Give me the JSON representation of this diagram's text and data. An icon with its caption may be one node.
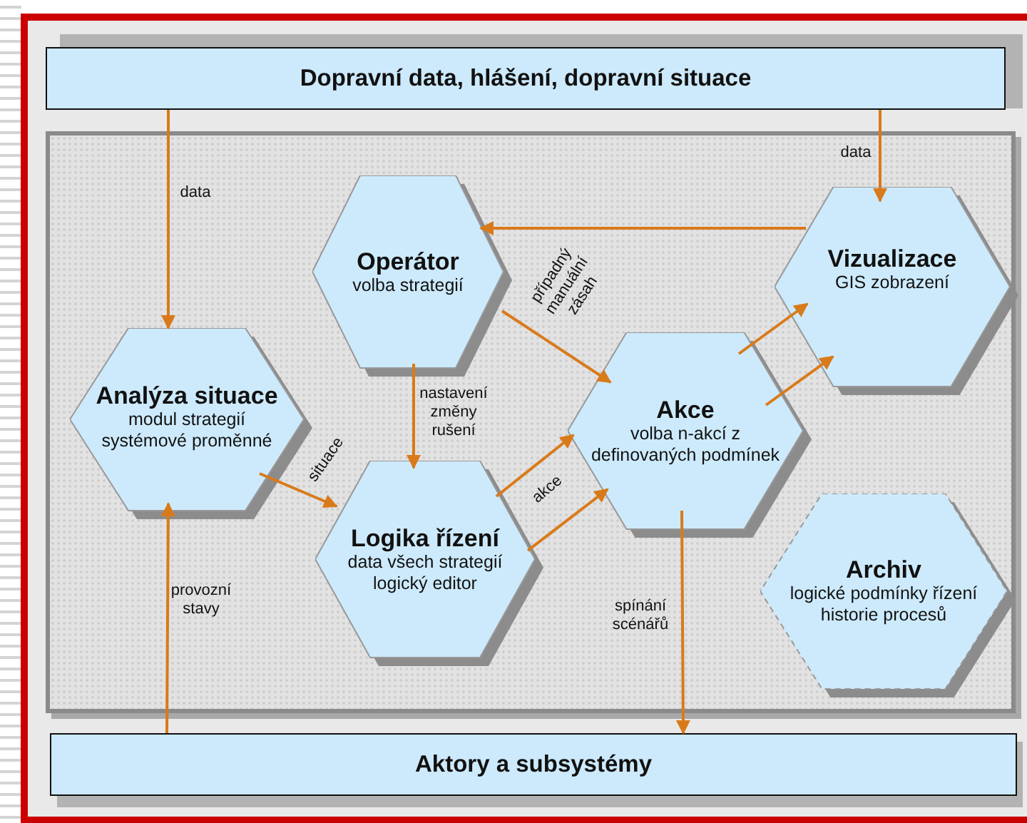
{
  "diagram": {
    "nodes": [
      {
        "text": [
          "Dopravní data, hlášení, dopravní situace"
        ]
      },
      {
        "text": [],
        "shape": "box"
      },
      {
        "text": [
          "Operátor",
          "volba strategií"
        ],
        "in": 1
      },
      {
        "text": [
          "Vizualizace",
          "GIS zobrazení"
        ],
        "in": 1
      },
      {
        "text": [
          "Analýza situace",
          "modul strategií systémové proměnné"
        ],
        "in": 1
      },
      {
        "text": [
          "Akce",
          "volba n-akcí z definovaných podmínek"
        ],
        "in": 1
      },
      {
        "text": [
          "Logika řízení",
          "data všech strategií logický editor"
        ],
        "in": 1
      },
      {
        "text": [
          "Archiv",
          "logické podmínky řízení historie procesů"
        ],
        "in": 1
      },
      {
        "text": [
          "Aktory a subsystémy"
        ]
      }
    ],
    "edges": [
      {
        "from": 0,
        "to": 4,
        "arrow": "to",
        "label": "data"
      },
      {
        "from": 0,
        "to": 3,
        "arrow": "to",
        "label": "data"
      },
      {
        "from": 3,
        "to": 2,
        "arrow": "to"
      },
      {
        "from": 2,
        "to": 5,
        "arrow": "to",
        "label": "případný manuální zásah"
      },
      {
        "from": 2,
        "to": 6,
        "arrow": "to",
        "label": "nastavení změny rušení"
      },
      {
        "from": 4,
        "to": 6,
        "arrow": "to",
        "label": "situace"
      },
      {
        "from": 6,
        "to": 5,
        "arrow": "to",
        "label": "akce"
      },
      {
        "from": 6,
        "to": 5,
        "arrow": "to"
      },
      {
        "from": 5,
        "to": 3,
        "arrow": "to"
      },
      {
        "from": 5,
        "to": 3,
        "arrow": "to"
      },
      {
        "from": 5,
        "to": 8,
        "arrow": "to",
        "label": "spínání scénářů"
      },
      {
        "from": 8,
        "to": 4,
        "arrow": "to",
        "label": "provozní stavy"
      }
    ]
  }
}
